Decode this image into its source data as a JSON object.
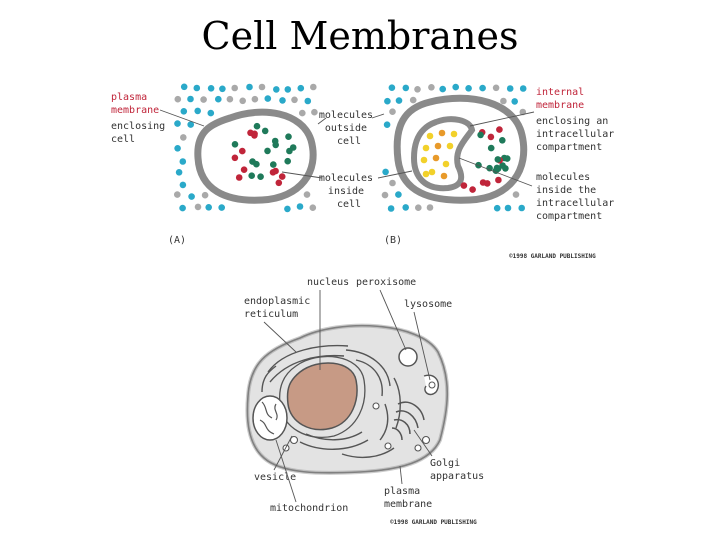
{
  "title": "Cell Membranes",
  "top_figure": {
    "labels": {
      "plasma": [
        "plasma",
        "membrane"
      ],
      "enclosing": [
        "enclosing",
        "cell"
      ],
      "outside": [
        "molecules",
        "outside",
        "cell"
      ],
      "inside": [
        "molecules",
        "inside",
        "cell"
      ],
      "internal": [
        "internal",
        "membrane"
      ],
      "enclosing_compartment": [
        "enclosing an",
        "intracellular",
        "compartment"
      ],
      "inside_compartment": [
        "molecules",
        "inside the",
        "intracellular",
        "compartment"
      ]
    },
    "panel_a": "(A)",
    "panel_b": "(B)",
    "copyright": "©1998 GARLAND PUBLISHING"
  },
  "bottom_figure": {
    "labels": {
      "nucleus": "nucleus",
      "peroxisome": "peroxisome",
      "lysosome": "lysosome",
      "er": [
        "endoplasmic",
        "reticulum"
      ],
      "golgi": [
        "Golgi",
        "apparatus"
      ],
      "vesicle": "vesicle",
      "plasma": [
        "plasma",
        "membrane"
      ],
      "mitochondrion": "mitochondrion"
    },
    "copyright": "©1998 GARLAND PUBLISHING"
  },
  "colors": {
    "membrane": "#8a8a8a",
    "outside_molecule": "#2aa9c9",
    "grey_molecule": "#a9a9a9",
    "green_molecule": "#1f7a5a",
    "red_molecule": "#c0253a",
    "yellow_molecule": "#f2d12a",
    "orange_molecule": "#e89a2a",
    "cytoplasm": "#e3e3e3",
    "nucleus": "#c79a85"
  }
}
